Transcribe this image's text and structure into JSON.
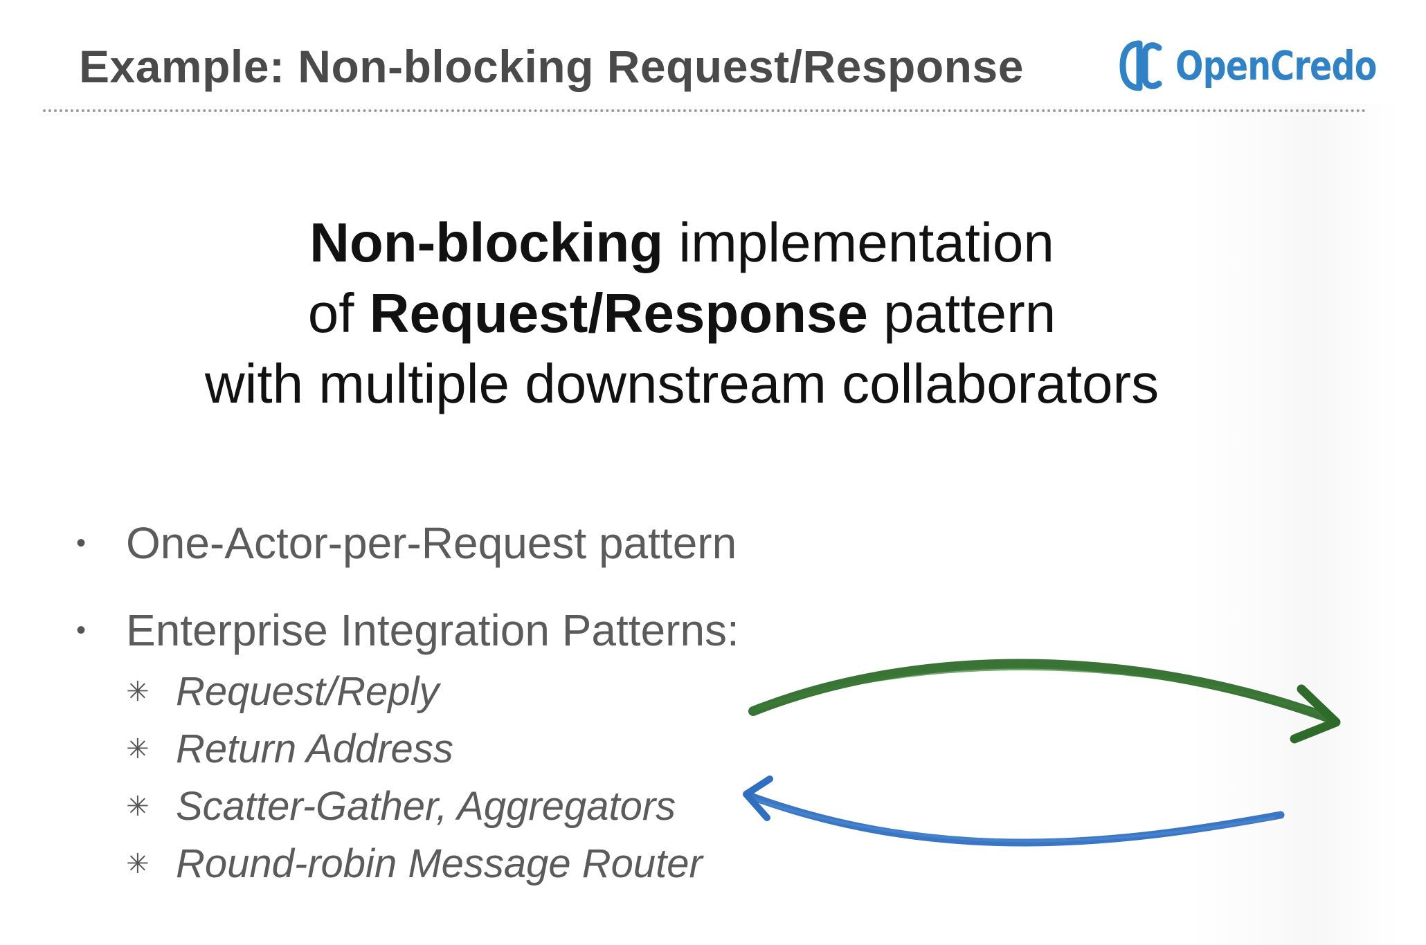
{
  "header": {
    "title": "Example: Non-blocking Request/Response",
    "logo_text": "OpenCredo"
  },
  "headline": {
    "line1_bold": "Non-blocking",
    "line1_rest": " implementation",
    "line2_pre": "of ",
    "line2_bold": "Request/Response",
    "line2_rest": " pattern",
    "line3": "with multiple downstream collaborators"
  },
  "bullets": [
    {
      "marker": "•",
      "text": "One-Actor-per-Request pattern"
    },
    {
      "marker": "•",
      "text": "Enterprise Integration Patterns:"
    }
  ],
  "sub_items": [
    {
      "marker": "✳",
      "text": "Request/Reply"
    },
    {
      "marker": "✳",
      "text": "Return Address"
    },
    {
      "marker": "✳",
      "text": "Scatter-Gather, Aggregators"
    },
    {
      "marker": "✳",
      "text": "Round-robin Message Router"
    }
  ],
  "colors": {
    "title": "#4a4a4a",
    "logo": "#2f82c6",
    "arrow_forward": "#2e6b2a",
    "arrow_back": "#2f6fc0"
  },
  "icons": {
    "logo": "opencredo-logo-icon",
    "forward_arrow": "green-curved-arrow-right-icon",
    "back_arrow": "blue-curved-arrow-left-icon"
  }
}
